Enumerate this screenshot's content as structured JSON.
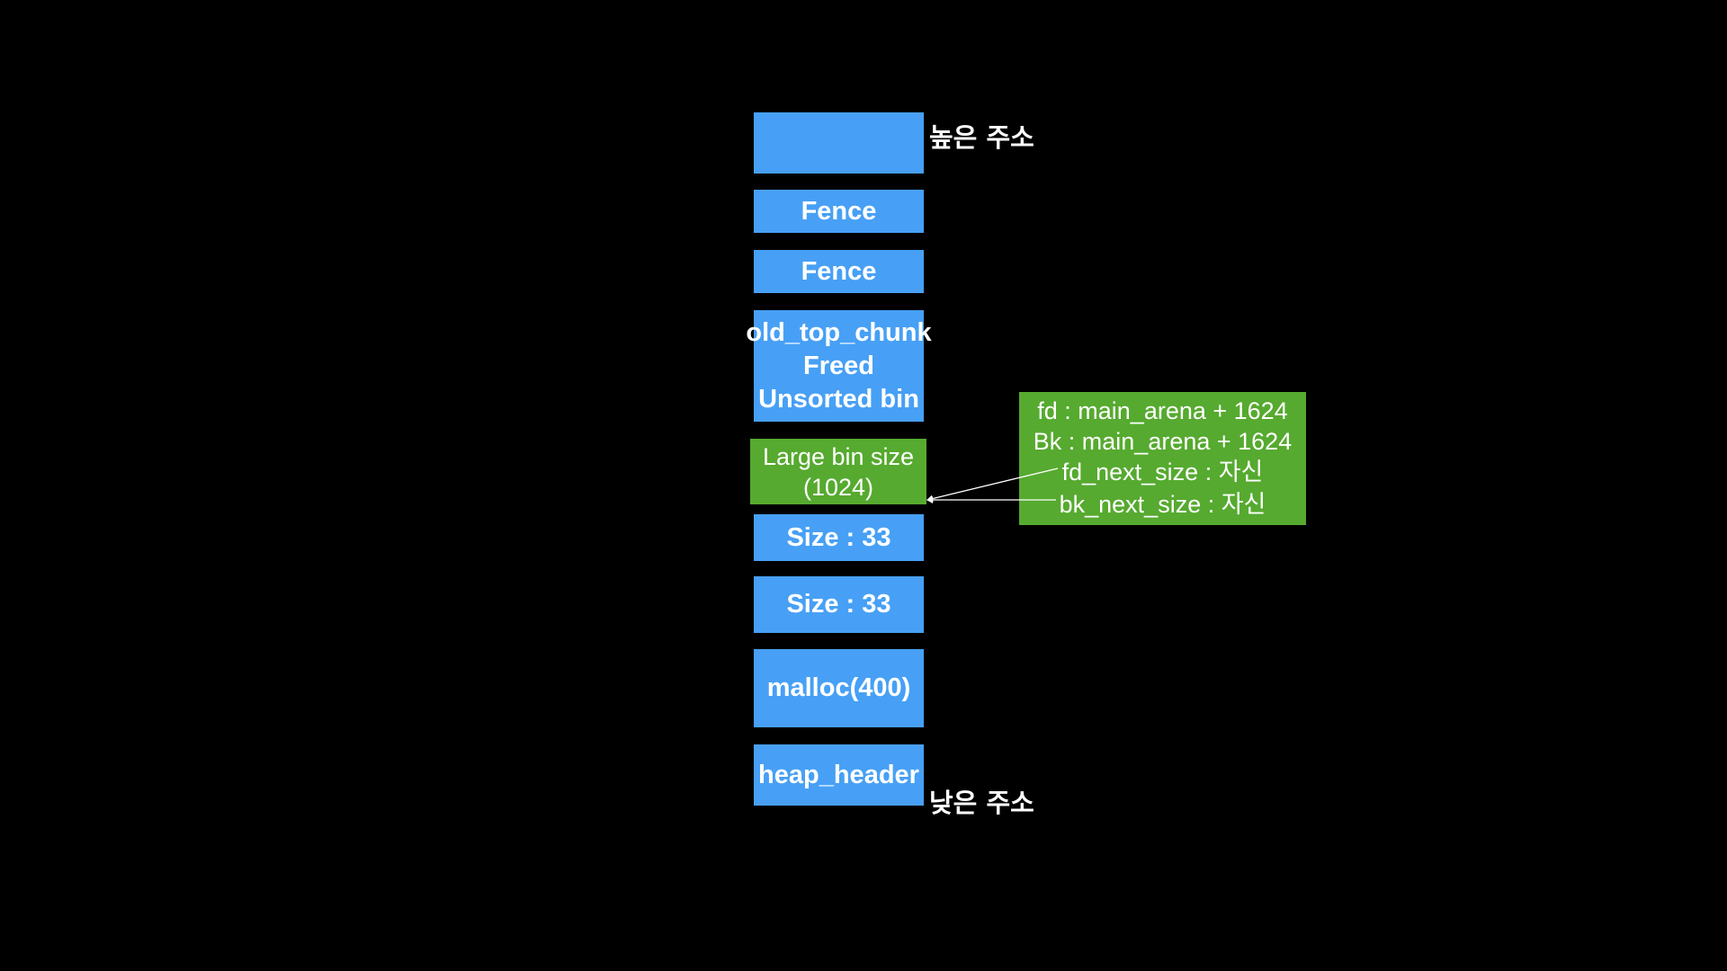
{
  "colors": {
    "background": "#000000",
    "block_blue": "#47a0f5",
    "block_green": "#56aa2f",
    "text": "#ffffff"
  },
  "labels": {
    "high_address": "높은 주소",
    "low_address": "낮은 주소"
  },
  "heap_blocks": [
    {
      "id": "top",
      "text": ""
    },
    {
      "id": "fence-1",
      "text": "Fence"
    },
    {
      "id": "fence-2",
      "text": "Fence"
    },
    {
      "id": "old-top-chunk",
      "text": "old_top_chunk\nFreed\nUnsorted bin"
    },
    {
      "id": "large-bin",
      "text": "Large bin size\n(1024)"
    },
    {
      "id": "size-1",
      "text": "Size : 33"
    },
    {
      "id": "size-2",
      "text": "Size : 33"
    },
    {
      "id": "malloc",
      "text": "malloc(400)"
    },
    {
      "id": "heap-header",
      "text": "heap_header"
    }
  ],
  "pointer_info": {
    "lines": [
      "fd : main_arena + 1624",
      "Bk : main_arena + 1624",
      "fd_next_size : 자신",
      "bk_next_size : 자신"
    ]
  }
}
